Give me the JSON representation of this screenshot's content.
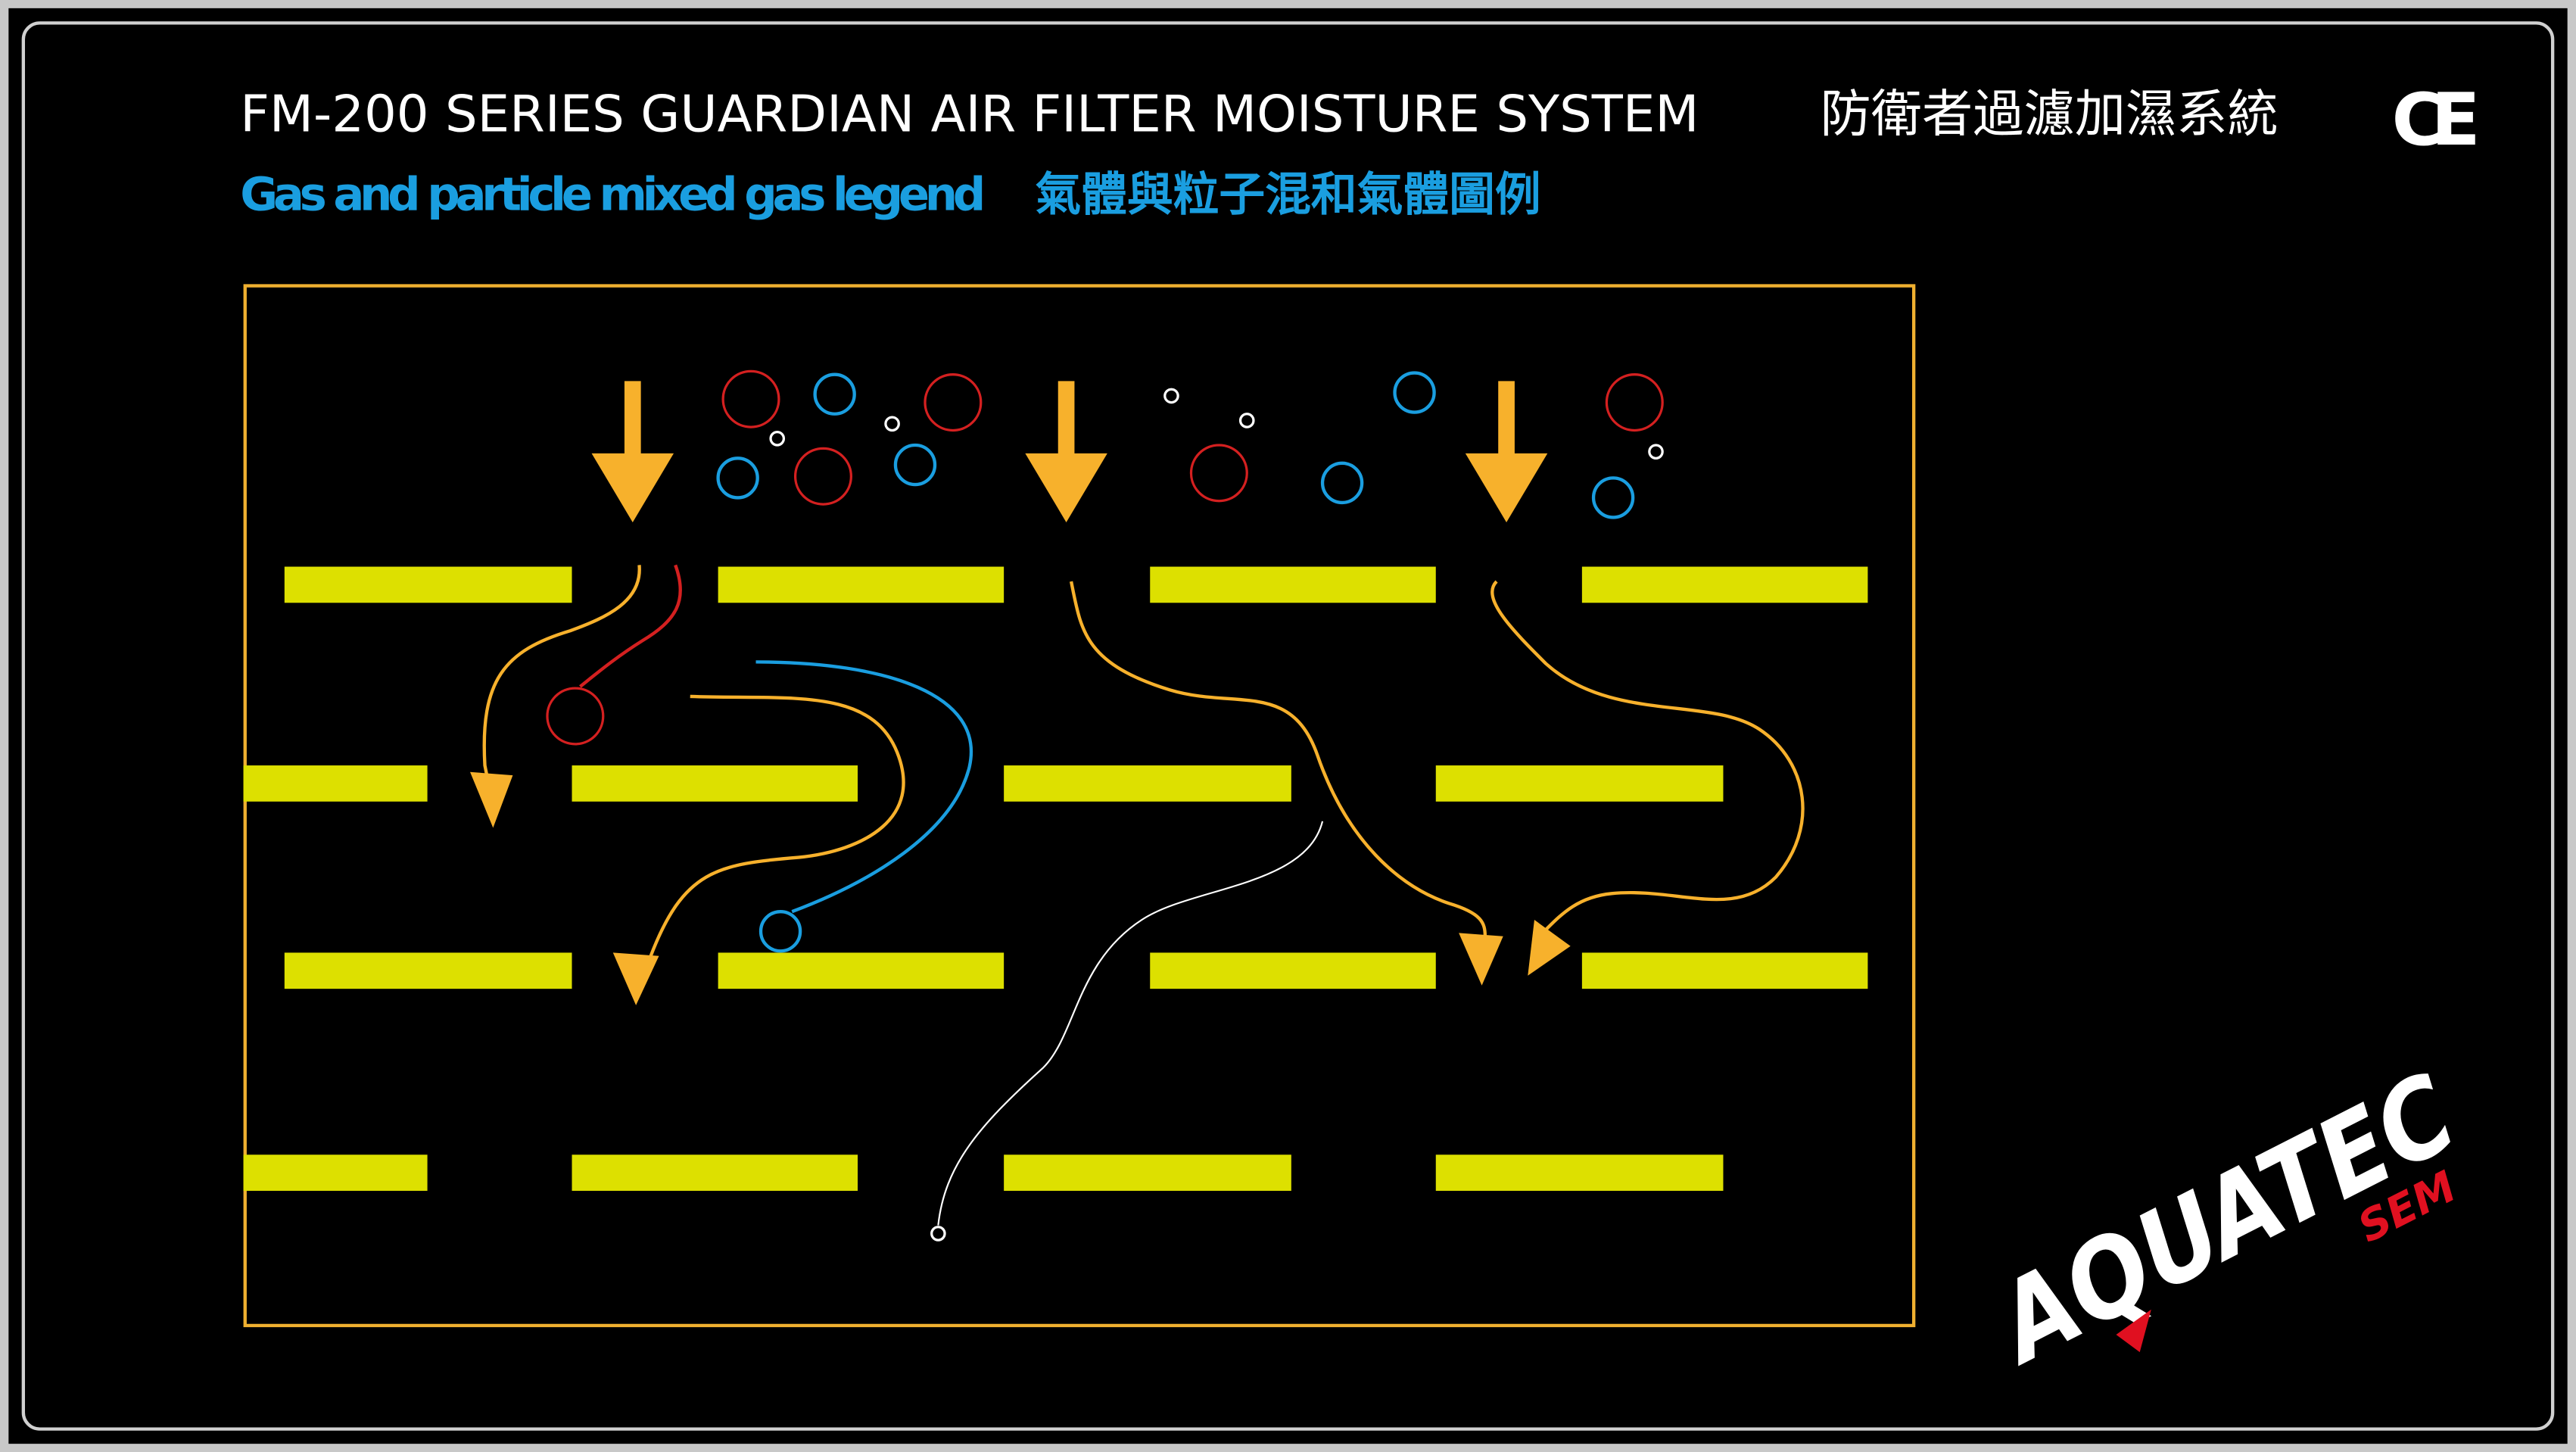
{
  "header": {
    "title_en": "FM-200 SERIES GUARDIAN AIR FILTER MOISTURE SYSTEM",
    "title_zh": "防衛者過濾加濕系統",
    "mark": "CE",
    "subtitle_en": "Gas and particle mixed gas legend",
    "subtitle_zh": "氣體與粒子混和氣體圖例"
  },
  "logo": {
    "brand": "AQUATEC",
    "sub": "SEM"
  },
  "colors": {
    "frame": "#f0b030",
    "baffle": "#dde000",
    "arrow": "#f7b12c",
    "particle_red": "#d42020",
    "particle_blue": "#1a9ee0",
    "particle_white": "#ffffff",
    "subtitle": "#1a9ee0"
  }
}
